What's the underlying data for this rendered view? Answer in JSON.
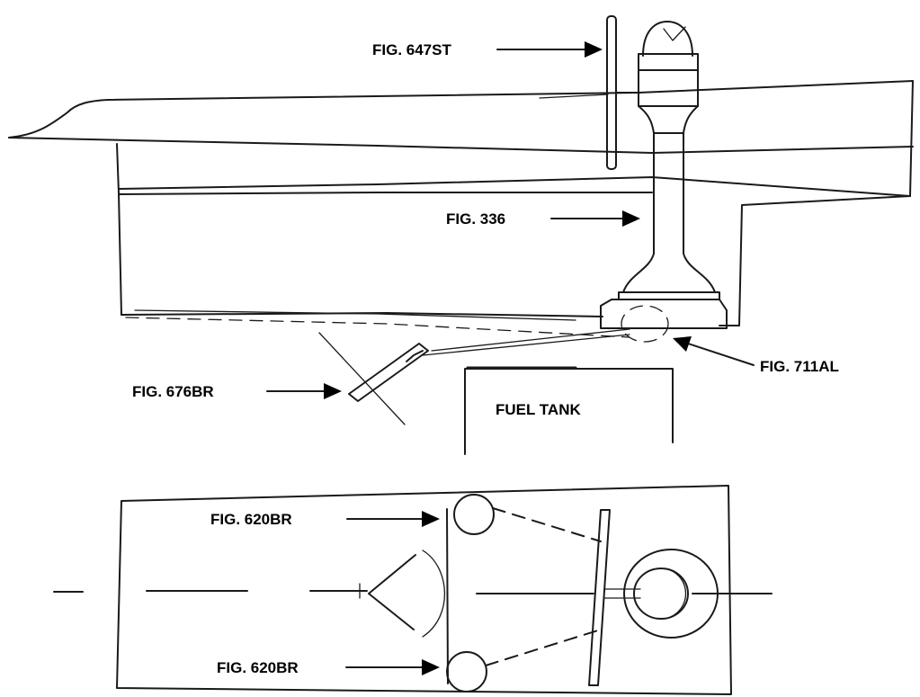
{
  "labels": {
    "steering_wheel": "FIG. 647ST",
    "column": "FIG. 336",
    "column_base": "FIG. 711AL",
    "pulley_lower": "FIG. 676BR",
    "tank": "FUEL TANK",
    "pulley_top": "FIG. 620BR",
    "pulley_bottom": "FIG. 620BR"
  }
}
